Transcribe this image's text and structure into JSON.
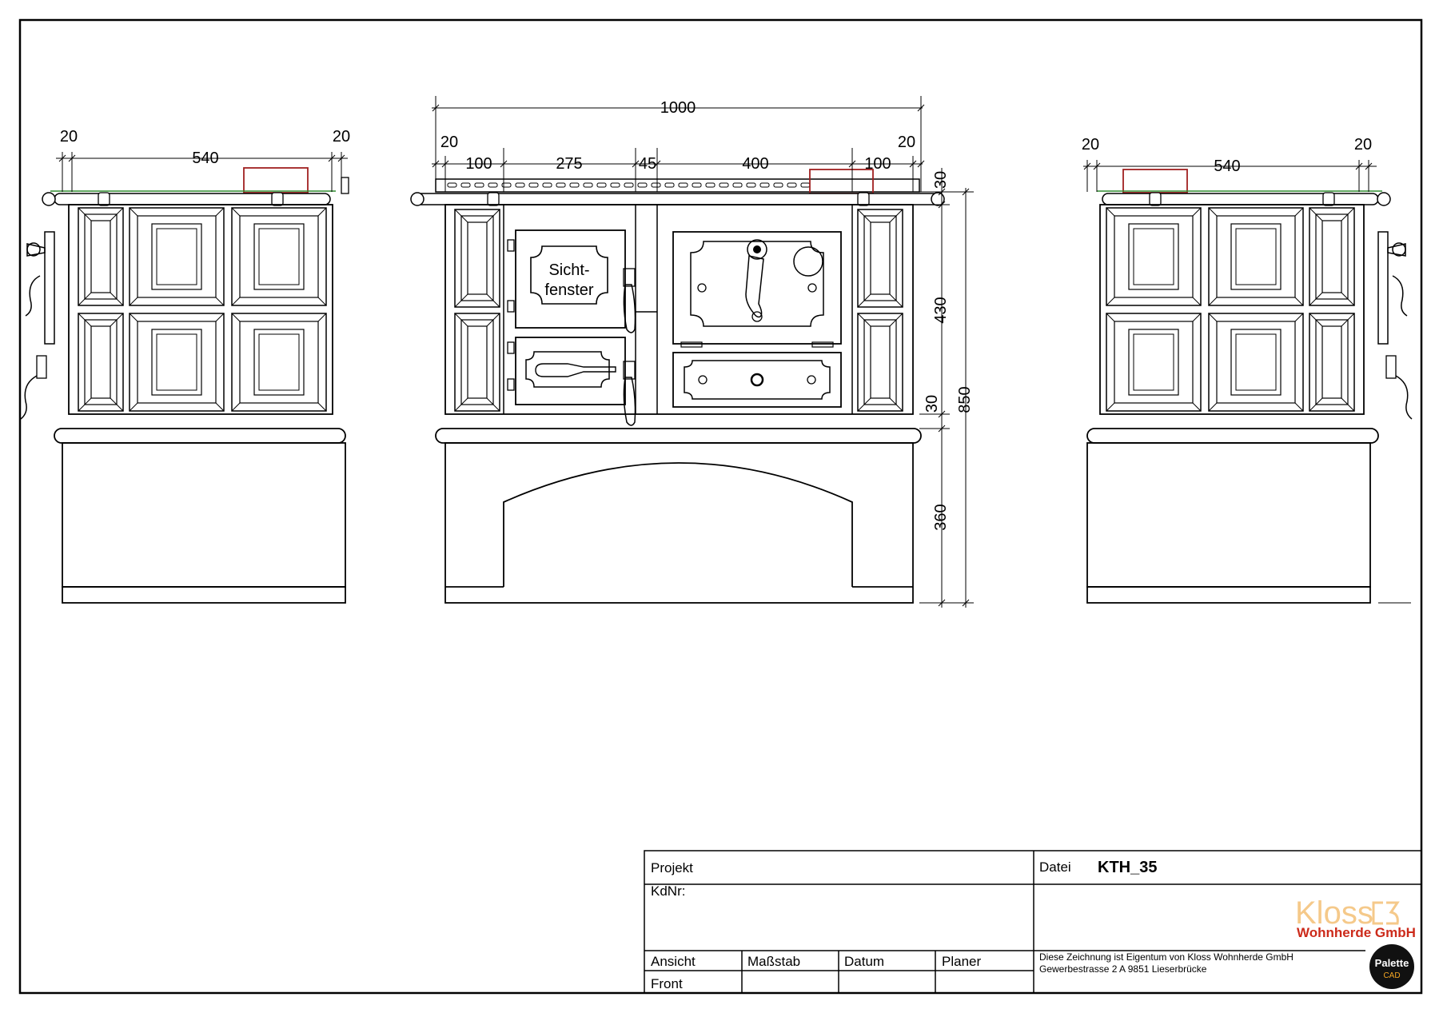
{
  "front_dimensions": {
    "total_width": "1000",
    "left_margin": "20",
    "side_panel": "100",
    "oven_door": "275",
    "gap": "45",
    "cooktop_section": "400",
    "right_panel": "100",
    "right_margin": "20",
    "top_height": "30",
    "body_height": "430",
    "plinth_height": "30",
    "base_height": "360",
    "total_height": "850"
  },
  "side_dimensions": {
    "left_margin": "20",
    "depth": "540",
    "right_margin": "20"
  },
  "window_label_1": "Sicht-",
  "window_label_2": "fenster",
  "title_block": {
    "projekt_label": "Projekt",
    "kdnr_label": "KdNr:",
    "datei_label": "Datei",
    "datei_value": "KTH_35",
    "ansicht_label": "Ansicht",
    "ansicht_value": "Front",
    "massstab_label": "Maßstab",
    "datum_label": "Datum",
    "planer_label": "Planer",
    "ownership_line1": "Diese Zeichnung ist Eigentum von Kloss Wohnherde GmbH",
    "ownership_line2": "Gewerbestrasse 2 A 9851 Lieserbrücke",
    "logo_name": "Kloss",
    "logo_sub": "Wohnherde GmbH",
    "badge_line1": "Palette",
    "badge_line2": "CAD"
  },
  "colors": {
    "line": "#000000",
    "accent_red": "#a02020",
    "accent_green": "#2e8b2e",
    "logo_light": "#f5c98a",
    "logo_red": "#cc2a1a"
  }
}
